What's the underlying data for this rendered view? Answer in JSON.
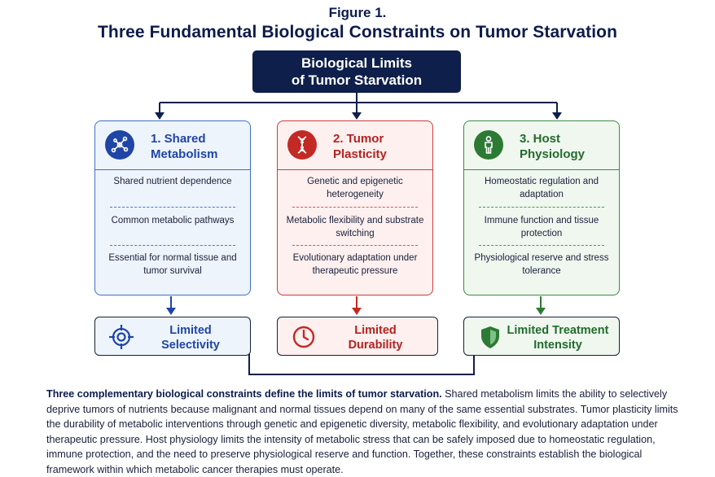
{
  "figure_label": "Figure 1.",
  "figure_title": "Three Fundamental Biological Constraints on Tumor Starvation",
  "root": {
    "line1": "Biological Limits",
    "line2": "of Tumor Starvation"
  },
  "columns": [
    {
      "title_line1": "1. Shared",
      "title_line2": "Metabolism",
      "icon": "network-nodes-icon",
      "color": "#1f45a6",
      "items": [
        "Shared nutrient dependence",
        "Common metabolic pathways",
        "Essential for normal tissue and tumor survival"
      ]
    },
    {
      "title_line1": "2. Tumor",
      "title_line2": "Plasticity",
      "icon": "dna-icon",
      "color": "#c32a25",
      "items": [
        "Genetic and epigenetic heterogeneity",
        "Metabolic flexibility and substrate switching",
        "Evolutionary adaptation under therapeutic pressure"
      ]
    },
    {
      "title_line1": "3. Host",
      "title_line2": "Physiology",
      "icon": "person-icon",
      "color": "#2d7a34",
      "items": [
        "Homeostatic regulation and adaptation",
        "Immune function and tissue protection",
        "Physiological reserve and stress tolerance"
      ]
    }
  ],
  "outcomes": [
    {
      "line1": "Limited",
      "line2": "Selectivity",
      "icon": "crosshair-icon"
    },
    {
      "line1": "Limited",
      "line2": "Durability",
      "icon": "clock-icon"
    },
    {
      "line1": "Limited Treatment",
      "line2": "Intensity",
      "icon": "shield-icon"
    }
  ],
  "caption": {
    "bold": "Three complementary biological constraints define the limits of tumor starvation.",
    "body": " Shared metabolism limits the ability to selectively deprive tumors of nutrients because malignant and normal tissues depend on many of the same essential substrates. Tumor plasticity limits the durability of metabolic interventions through genetic and epigenetic diversity, metabolic flexibility, and evolutionary adaptation under therapeutic pressure. Host physiology limits the intensity of metabolic stress that can be safely imposed due to homeostatic regulation, immune protection, and the need to preserve physiological reserve and function. Together, these constraints establish the biological framework within which metabolic cancer therapies must operate."
  }
}
